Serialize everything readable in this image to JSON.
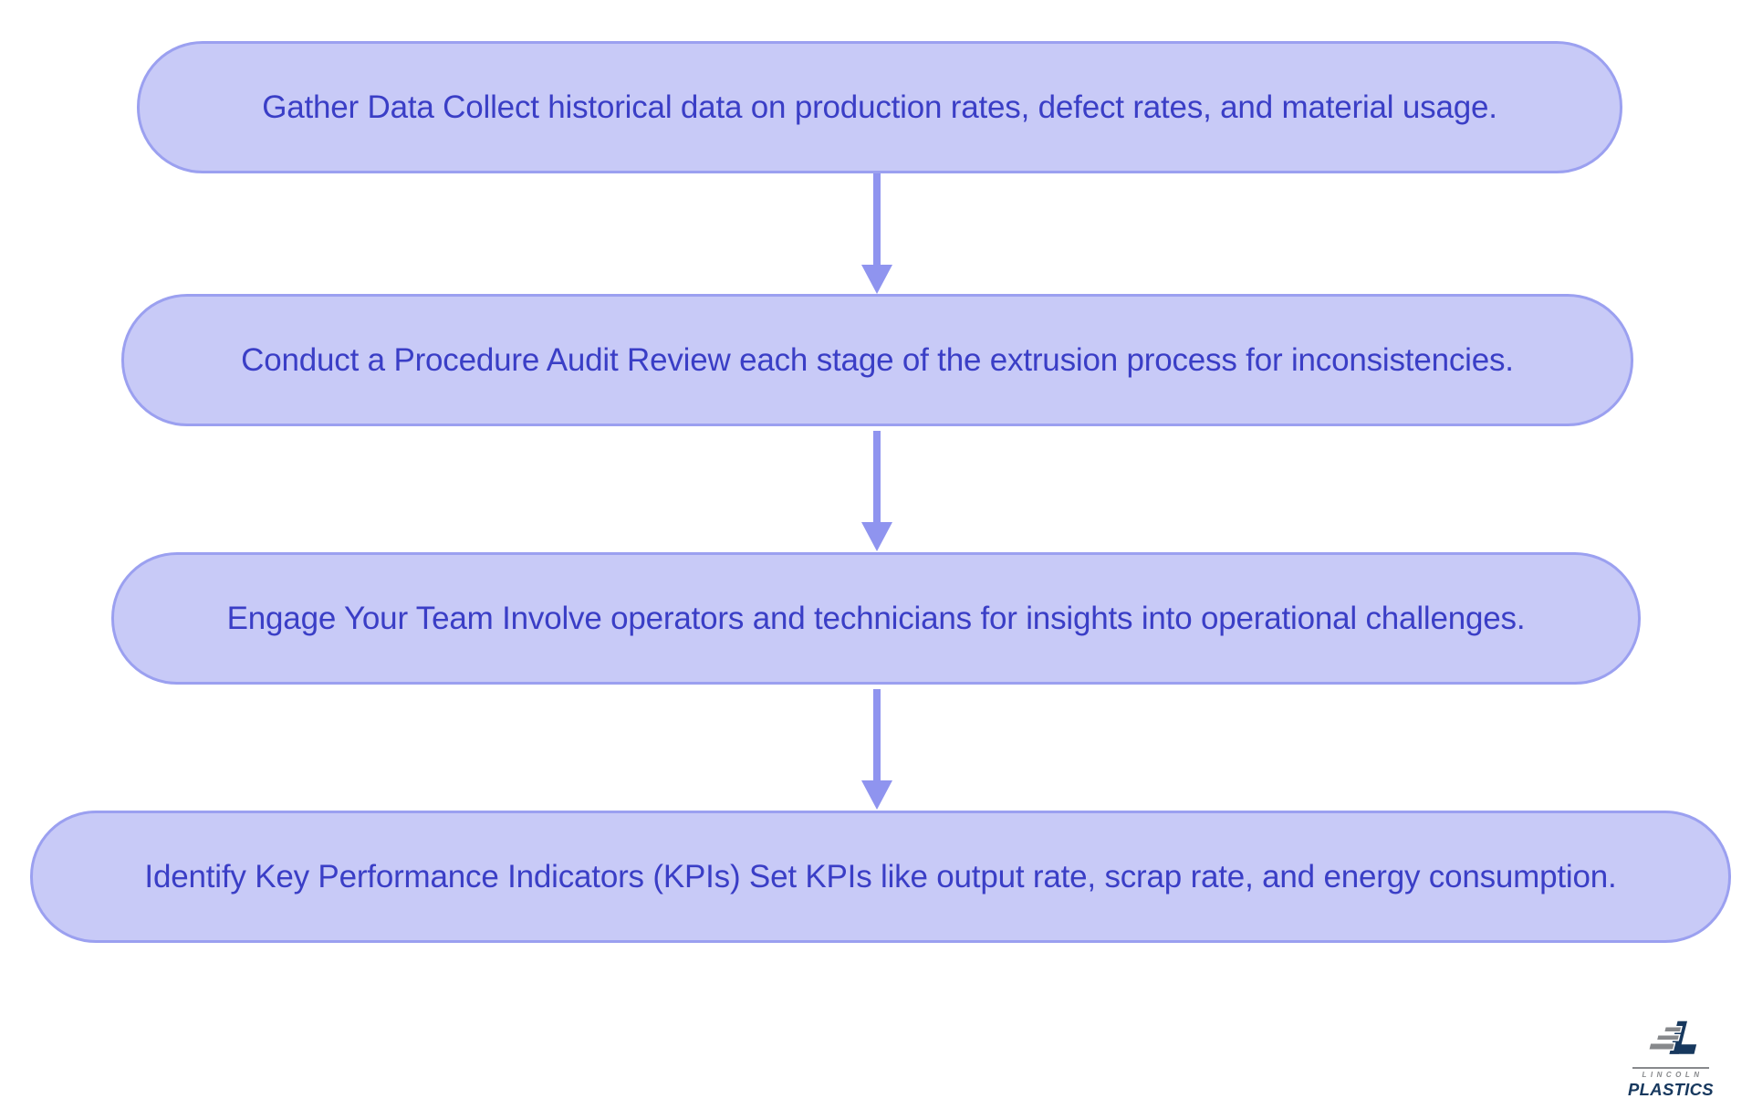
{
  "flowchart": {
    "steps": [
      {
        "text": "Gather Data Collect historical data on production rates, defect rates, and material usage."
      },
      {
        "text": "Conduct a Procedure Audit Review each stage of the extrusion process for inconsistencies."
      },
      {
        "text": "Engage Your Team Involve operators and technicians for insights into operational challenges."
      },
      {
        "text": "Identify Key Performance Indicators (KPIs) Set KPIs like output rate, scrap rate, and energy consumption."
      }
    ]
  },
  "logo": {
    "company": "LINCOLN",
    "product": "PLASTICS"
  },
  "colors": {
    "box_fill": "#c8caf7",
    "box_border": "#9ba0f0",
    "arrow": "#8f94ef",
    "text": "#3a3ec6",
    "logo_navy": "#17385e",
    "logo_gray": "#87898c"
  }
}
